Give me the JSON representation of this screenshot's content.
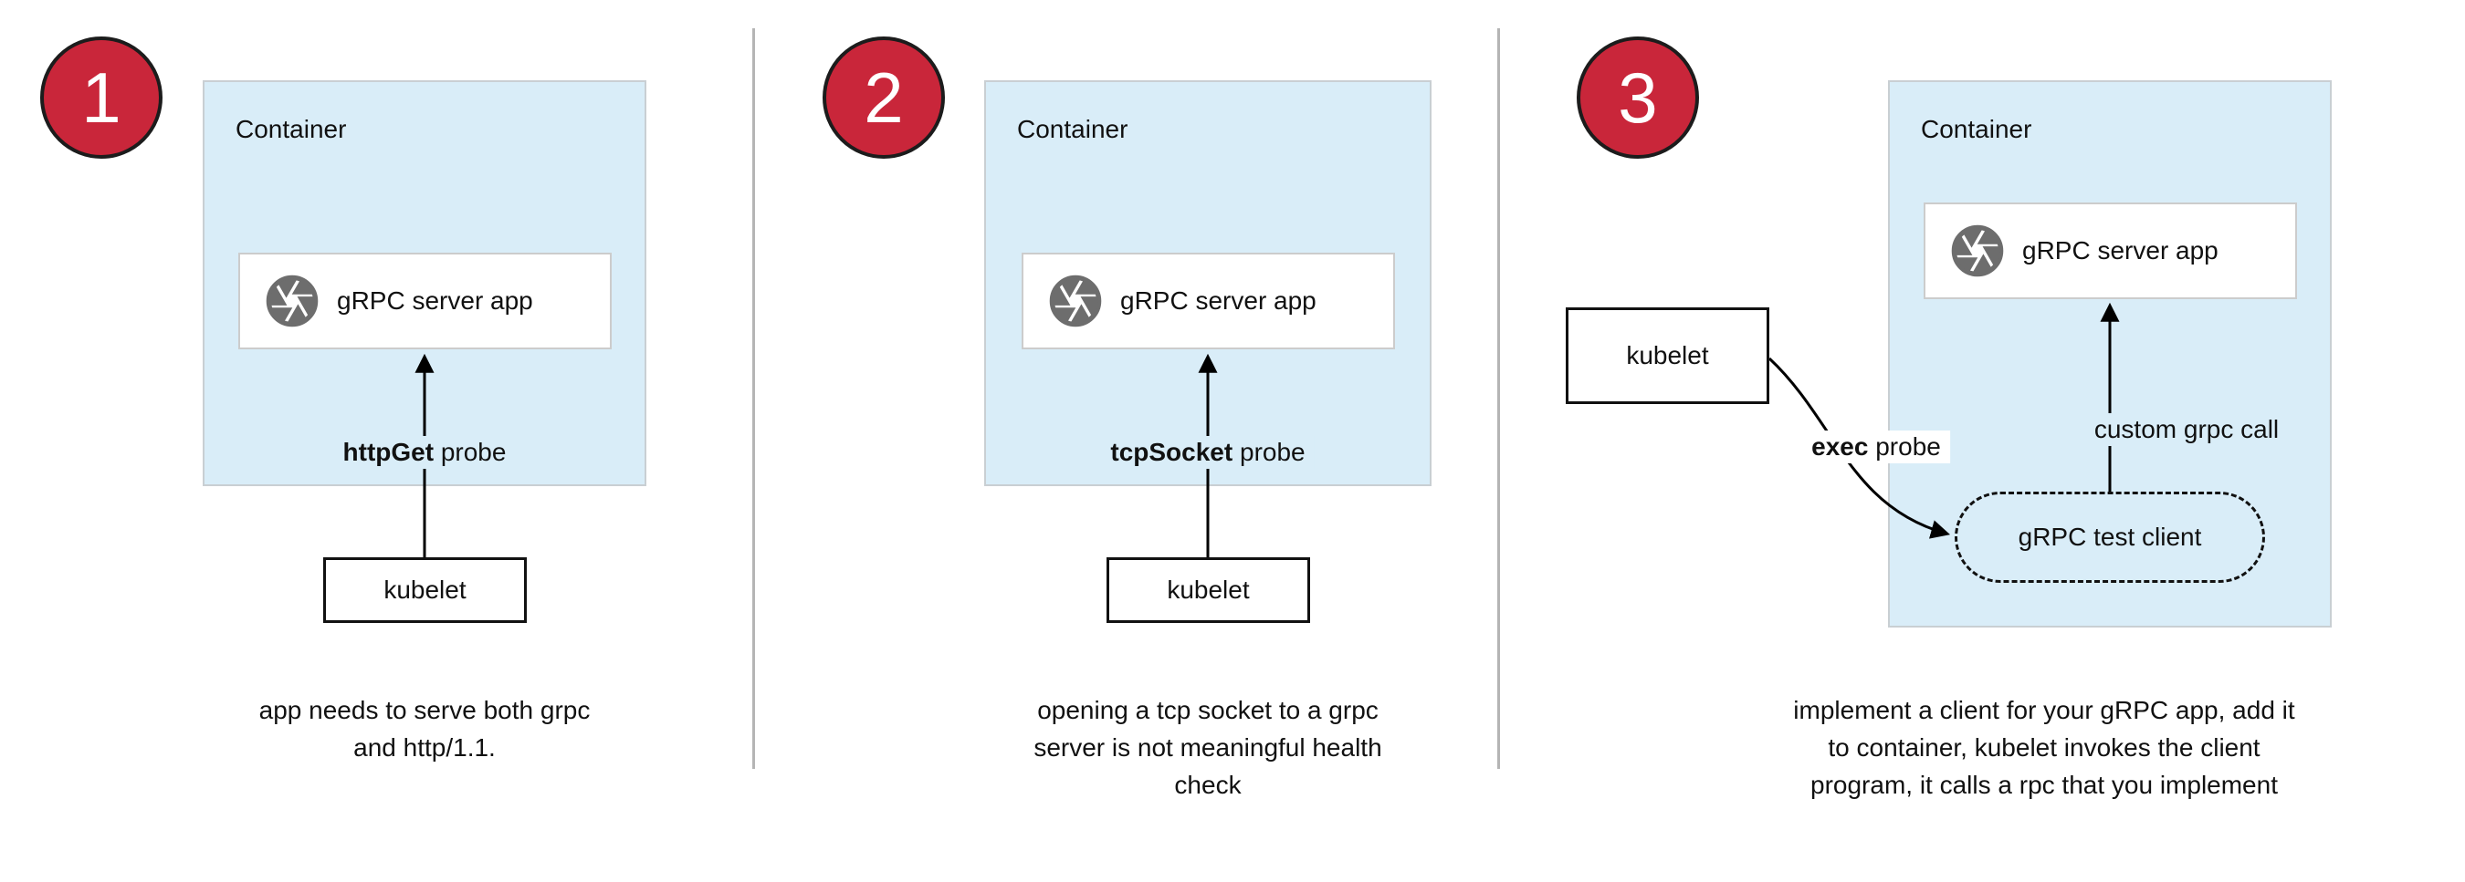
{
  "colors": {
    "badge_red": "#c9263a",
    "container_fill": "#d9edf8",
    "arrow_black": "#000000",
    "divider_gray": "#b5b5b5",
    "icon_gray": "#6d6d6d"
  },
  "icons": {
    "app_icon": "camera-aperture-icon"
  },
  "panels": {
    "p1": {
      "number": "1",
      "container": "Container",
      "app": "gRPC server app",
      "probe_bold": "httpGet",
      "probe_rest": " probe",
      "kubelet": "kubelet",
      "caption": "app needs to serve both grpc\nand http/1.1."
    },
    "p2": {
      "number": "2",
      "container": "Container",
      "app": "gRPC server app",
      "probe_bold": "tcpSocket",
      "probe_rest": " probe",
      "kubelet": "kubelet",
      "caption": "opening a tcp socket to a grpc\nserver is not meaningful health\ncheck"
    },
    "p3": {
      "number": "3",
      "container": "Container",
      "app": "gRPC server app",
      "probe_bold": "exec",
      "probe_rest": " probe",
      "kubelet": "kubelet",
      "call_label": "custom grpc call",
      "client": "gRPC test client",
      "caption": "implement a client for your gRPC app, add it\nto container, kubelet invokes the client\nprogram, it calls a rpc that you implement"
    }
  }
}
